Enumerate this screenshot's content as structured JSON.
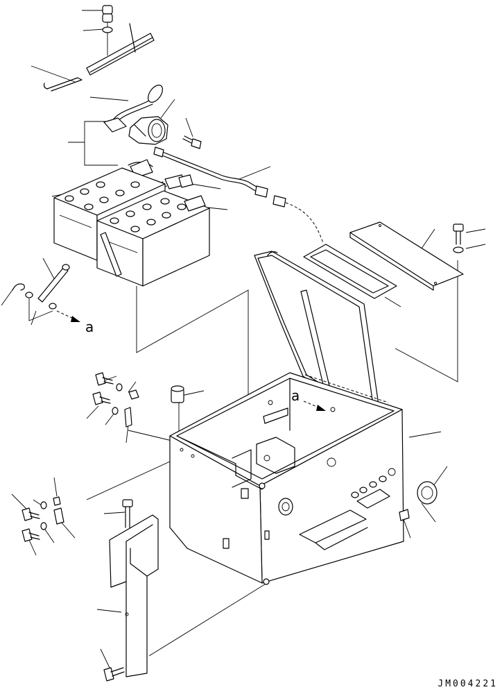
{
  "diagram": {
    "view_markers": [
      "a",
      "a"
    ],
    "drawing_number": "JM004221"
  },
  "colors": {
    "line": "#000000",
    "background": "#ffffff"
  }
}
